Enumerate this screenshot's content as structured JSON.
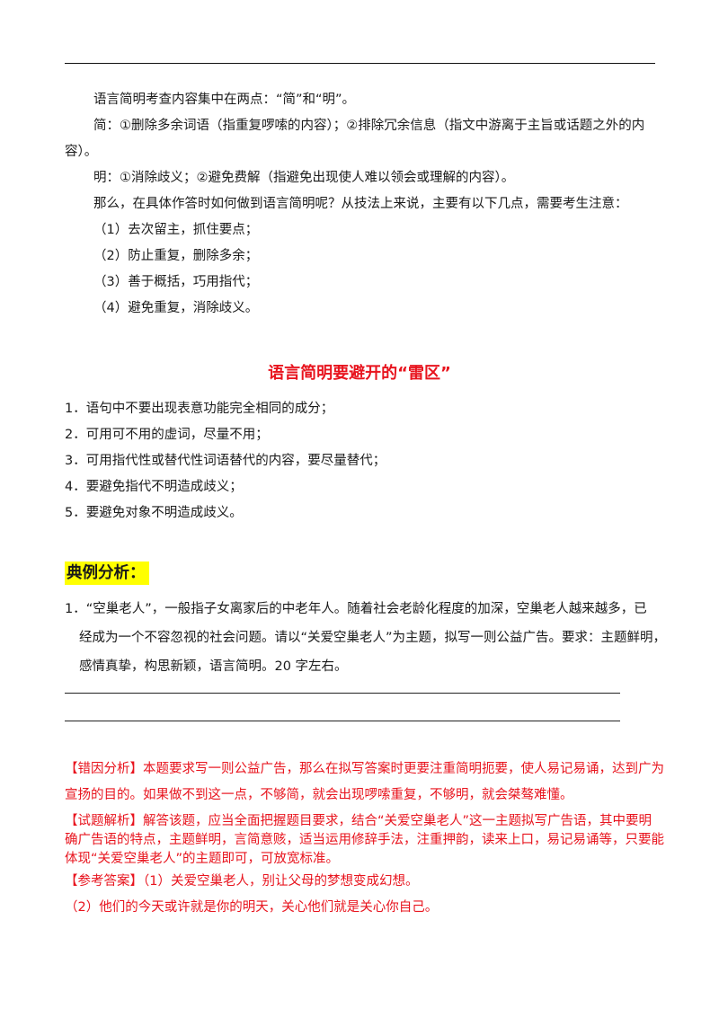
{
  "intro": {
    "p1": "语言简明考查内容集中在两点：“简”和“明”。",
    "p2a": "简：①删除多余词语（指重复啰嗦的内容）；②排除冗余信息（指文中游离于主旨或话题之外的内",
    "p2b": "容）。",
    "p3": "明：①消除歧义；②避免费解（指避免出现使人难以领会或理解的内容）。",
    "p4": "那么，在具体作答时如何做到语言简明呢？从技法上来说，主要有以下几点，需要考生注意：",
    "tips": [
      "（1）去次留主，抓住要点；",
      "（2）防止重复，删除多余；",
      "（3）善于概括，巧用指代；",
      "（4）避免重复，消除歧义。"
    ]
  },
  "section_title": "语言简明要避开的“雷区”",
  "rules": [
    "1．语句中不要出现表意功能完全相同的成分；",
    "2．可用可不用的虚词，尽量不用；",
    "3．可用指代性或替代性词语替代的内容，要尽量替代；",
    "4．要避免指代不明造成歧义；",
    "5．要避免对象不明造成歧义。"
  ],
  "example_heading": "典例分析：",
  "question": {
    "l1": "1．“空巢老人”，一般指子女离家后的中老年人。随着社会老龄化程度的加深，空巢老人越来越多，已",
    "l2": "经成为一个不容忽视的社会问题。请以“关爱空巢老人”为主题，拟写一则公益广告。要求：主题鲜明，",
    "l3": "感情真挚，构思新颖，语言简明。20 字左右。"
  },
  "analysis": {
    "l1": "【错因分析】本题要求写一则公益广告，那么在拟写答案时更要注重简明扼要，使人易记易诵，达到广为",
    "l2": "宣扬的目的。如果做不到这一点，不够简，就会出现啰嗦重复，不够明，就会桀骜难懂。",
    "l3": "【试题解析】解答该题，应当全面把握题目要求，结合“关爱空巢老人”这一主题拟写广告语，其中要明",
    "l4": "确广告语的特点，主题鲜明，言简意赅，适当运用修辞手法，注重押韵，读来上口，易记易诵等，只要能",
    "l5": "体现“关爱空巢老人”的主题即可，可放宽标准。",
    "l6": "【参考答案】（1）关爱空巢老人，别让父母的梦想变成幻想。",
    "l7": "（2）他们的今天或许就是你的明天，关心他们就是关心你自己。"
  }
}
